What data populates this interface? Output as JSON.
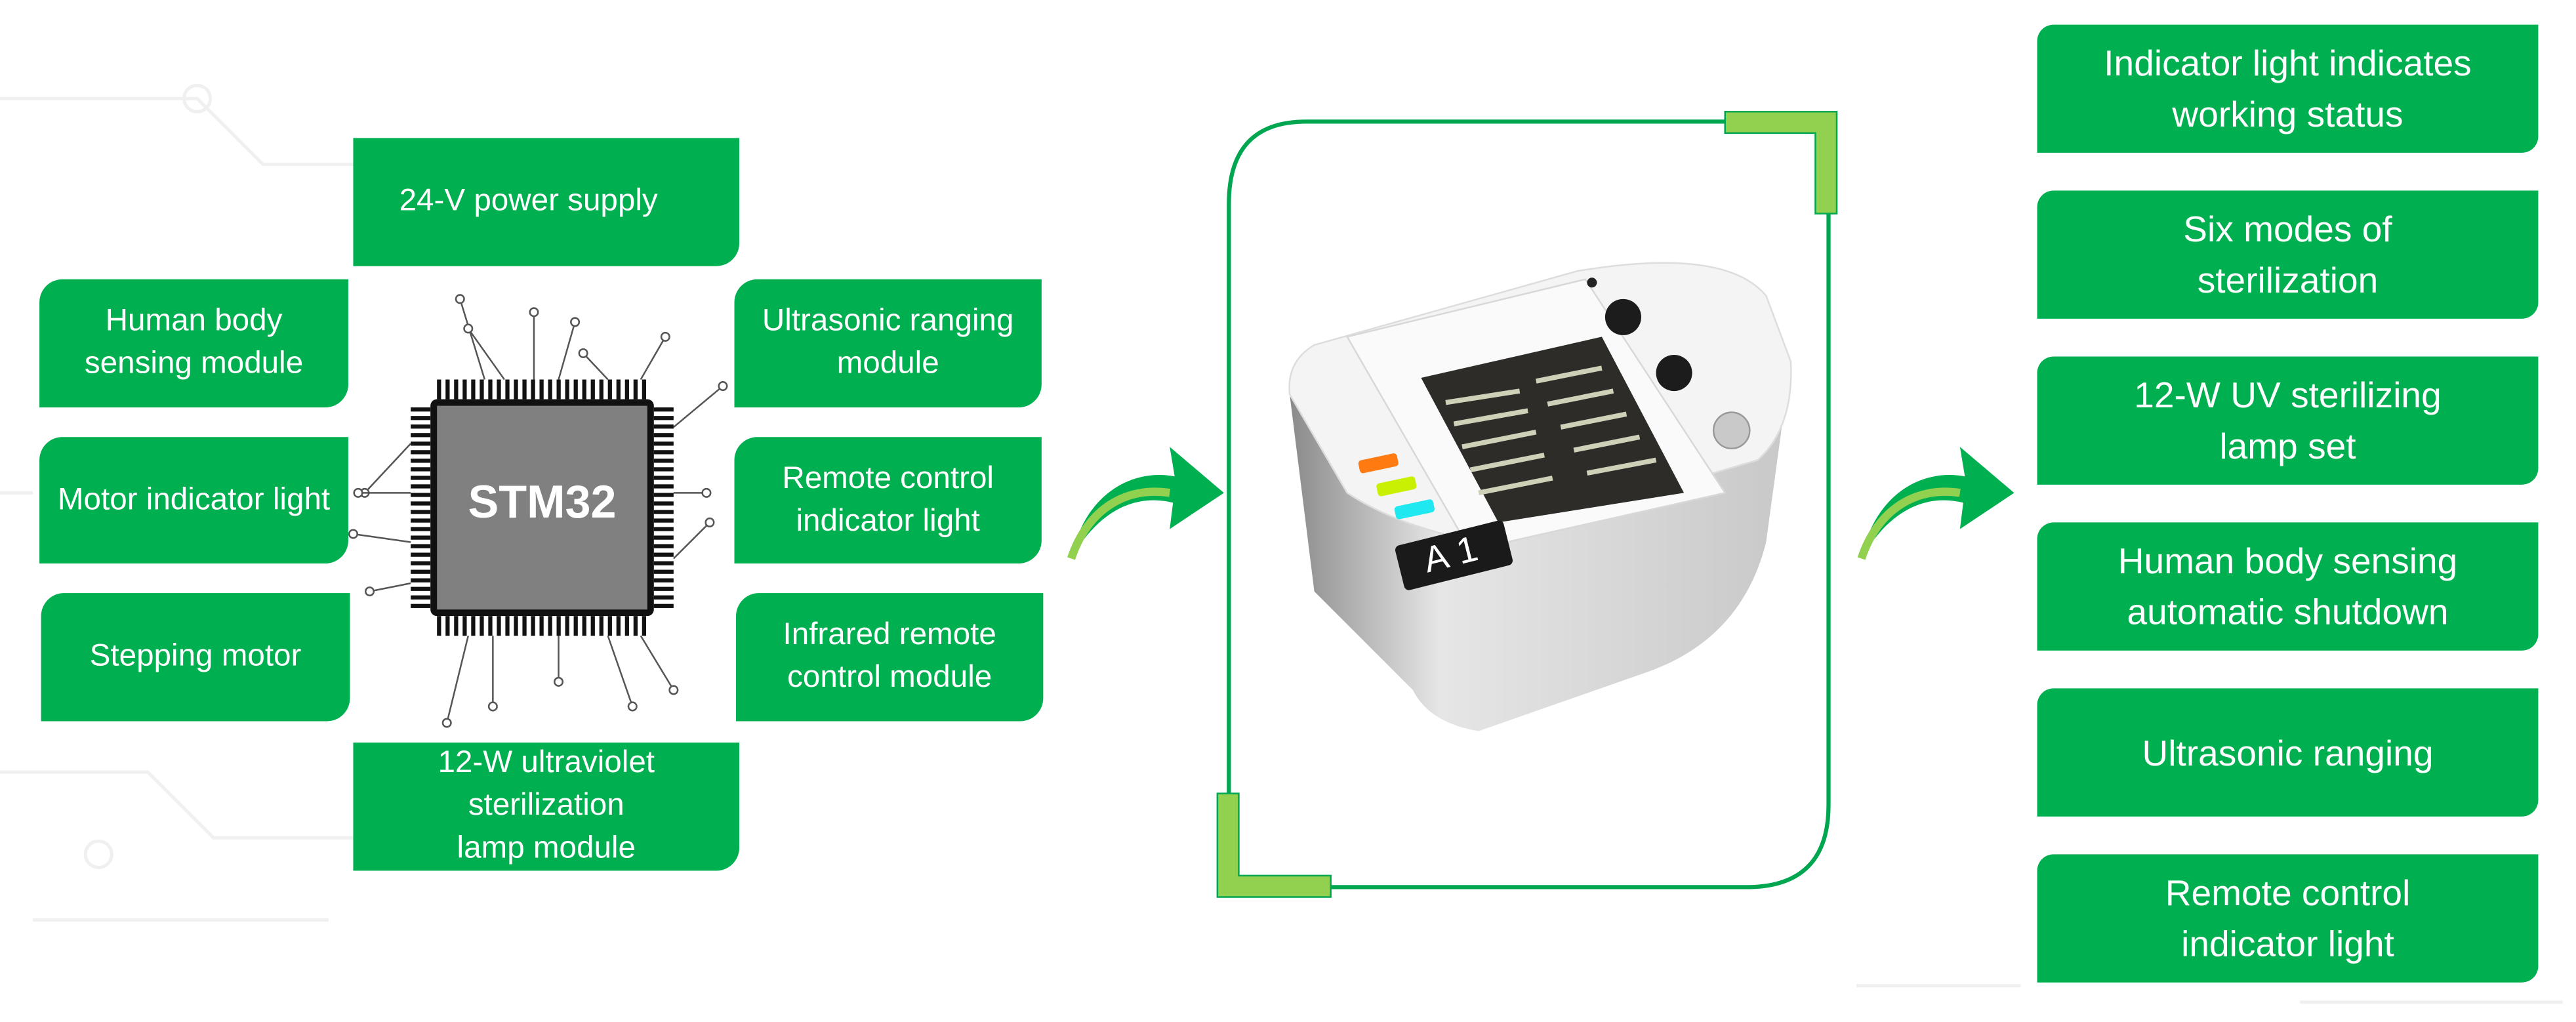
{
  "chip": {
    "label": "STM32"
  },
  "left_modules": [
    {
      "label": "24-V power supply"
    },
    {
      "label": "Human body sensing module"
    },
    {
      "label": "Motor indicator light"
    },
    {
      "label": "Stepping motor"
    },
    {
      "label": "12-W ultraviolet sterilization lamp module"
    },
    {
      "label": "Ultrasonic ranging module"
    },
    {
      "label": "Remote control indicator light"
    },
    {
      "label": "Infrared remote control module"
    }
  ],
  "device": {
    "label": "A1",
    "indicator_colors": [
      "#ff7a10",
      "#c8f000",
      "#20e8f0"
    ]
  },
  "features": [
    {
      "label": "Indicator light indicates working status"
    },
    {
      "label": "Six modes of sterilization"
    },
    {
      "label": "12-W UV sterilizing lamp set"
    },
    {
      "label": "Human body sensing automatic shutdown"
    },
    {
      "label": "Ultrasonic ranging"
    },
    {
      "label": "Remote control indicator light"
    }
  ],
  "colors": {
    "box": "#00b050",
    "frame": "#00a650",
    "bracket": "#92d050"
  }
}
